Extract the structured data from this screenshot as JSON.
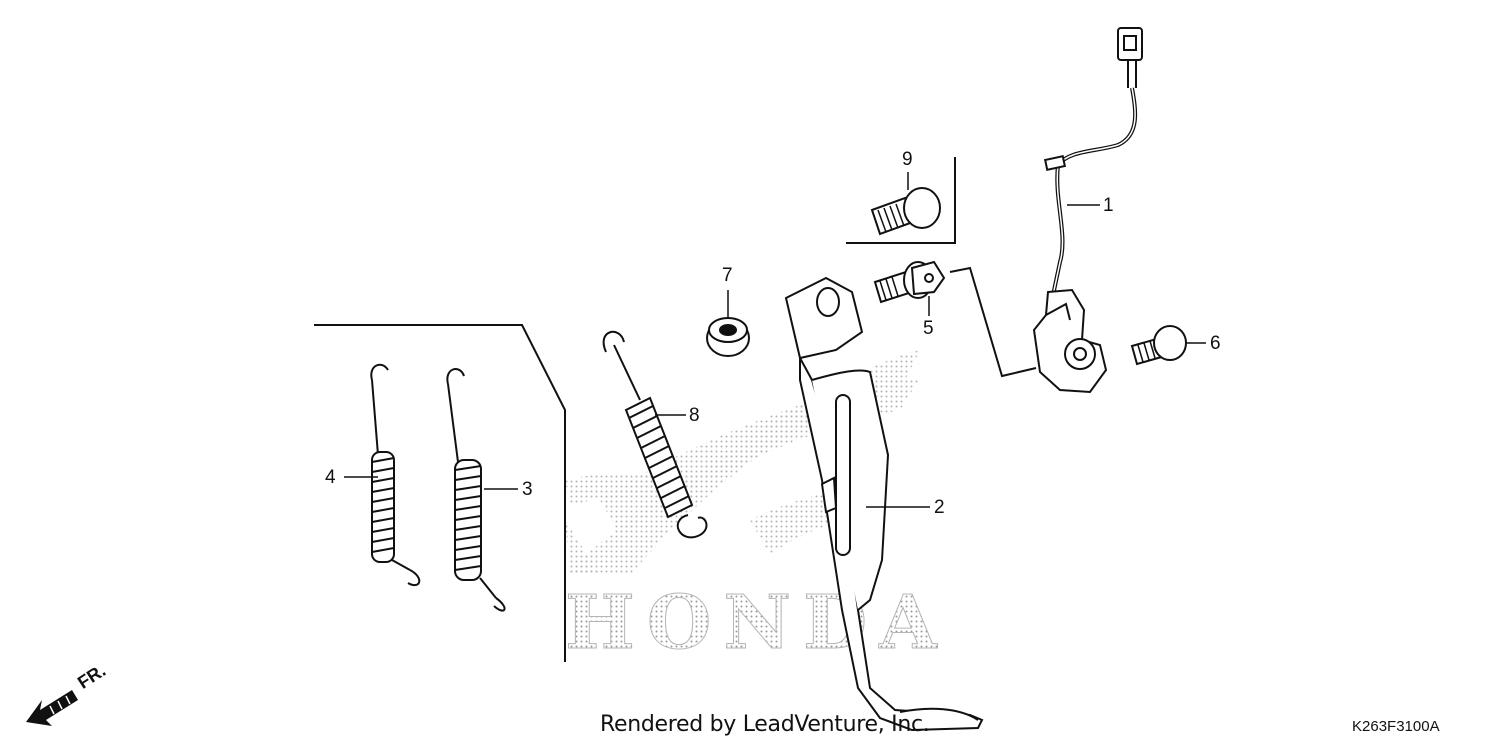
{
  "callouts": {
    "c1": "1",
    "c2": "2",
    "c3": "3",
    "c4": "4",
    "c5": "5",
    "c6": "6",
    "c7": "7",
    "c8": "8",
    "c9": "9"
  },
  "direction": {
    "label": "FR."
  },
  "watermark": {
    "text": "HONDA"
  },
  "footer": {
    "credit": "Rendered by LeadVenture, Inc.",
    "code": "K263F3100A"
  }
}
